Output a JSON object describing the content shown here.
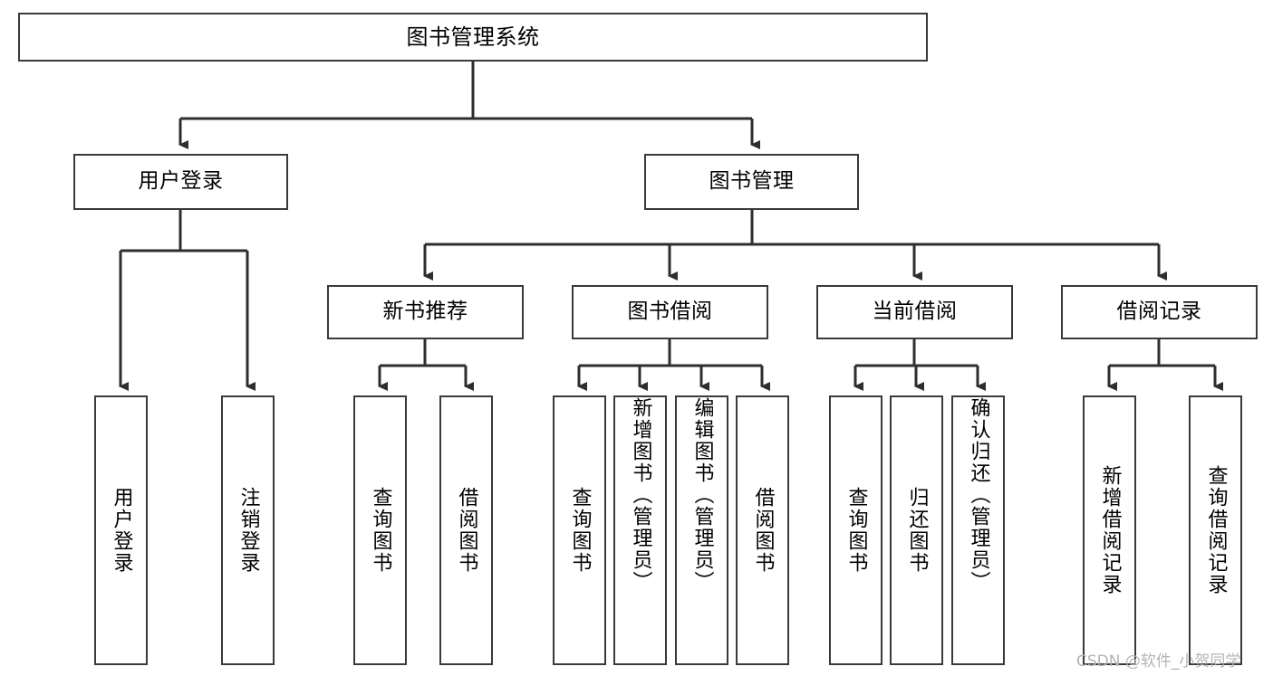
{
  "diagram": {
    "title": "图书管理系统",
    "type": "tree",
    "root": {
      "label": "图书管理系统"
    },
    "level2": [
      {
        "label": "用户登录"
      },
      {
        "label": "图书管理"
      }
    ],
    "level3": [
      {
        "label": "新书推荐"
      },
      {
        "label": "图书借阅"
      },
      {
        "label": "当前借阅"
      },
      {
        "label": "借阅记录"
      }
    ],
    "leaves": {
      "user_login": [
        {
          "label": "用户登录"
        },
        {
          "label": "注销登录"
        }
      ],
      "new_book_recommend": [
        {
          "label": "查询图书"
        },
        {
          "label": "借阅图书"
        }
      ],
      "book_borrow": [
        {
          "label": "查询图书"
        },
        {
          "label": "新增图书（管理员）"
        },
        {
          "label": "编辑图书（管理员）"
        },
        {
          "label": "借阅图书"
        }
      ],
      "current_borrow": [
        {
          "label": "查询图书"
        },
        {
          "label": "归还图书"
        },
        {
          "label": "确认归还（管理员）"
        }
      ],
      "borrow_record": [
        {
          "label": "新增借阅记录"
        },
        {
          "label": "查询借阅记录"
        }
      ]
    }
  },
  "watermark": {
    "text": "CSDN @软件_小贺同学"
  },
  "colors": {
    "border": "#3a3a3a",
    "background": "#ffffff",
    "text": "#000000",
    "watermark": "#b4b4b4"
  }
}
